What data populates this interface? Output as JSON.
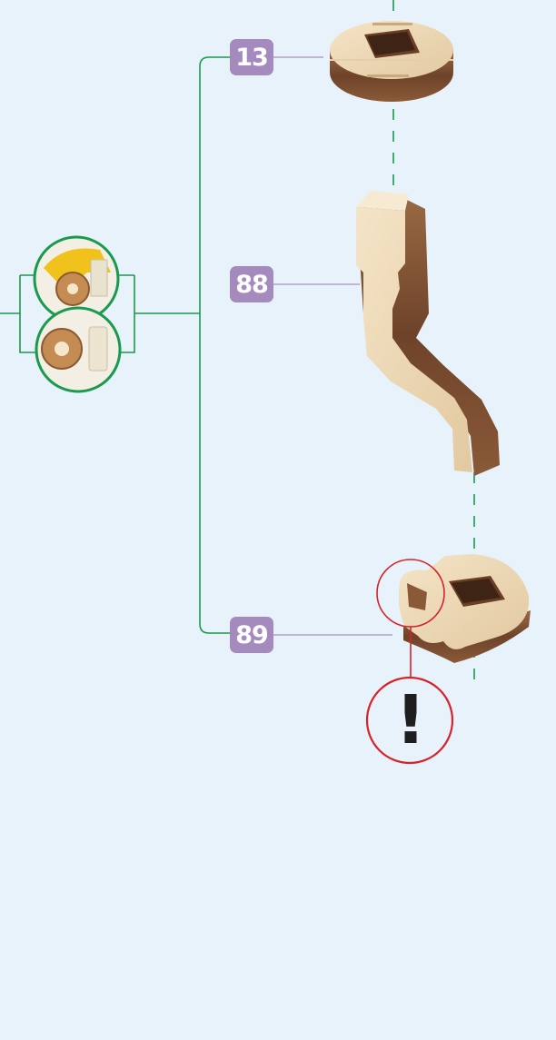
{
  "parts": [
    {
      "number": "13",
      "name": "round-spacer-with-square-hole"
    },
    {
      "number": "88",
      "name": "bent-lever-arm"
    },
    {
      "number": "89",
      "name": "cam-with-square-hole"
    }
  ],
  "warning": {
    "symbol": "!"
  },
  "colors": {
    "background": "#e8f2fa",
    "connector_green": "#1a9a4e",
    "badge_purple": "#a58bbd",
    "leader_line": "#b3a2c6",
    "warning_red": "#d6222a",
    "wood_light": "#efdcbc",
    "wood_dark": "#7a4e30"
  }
}
